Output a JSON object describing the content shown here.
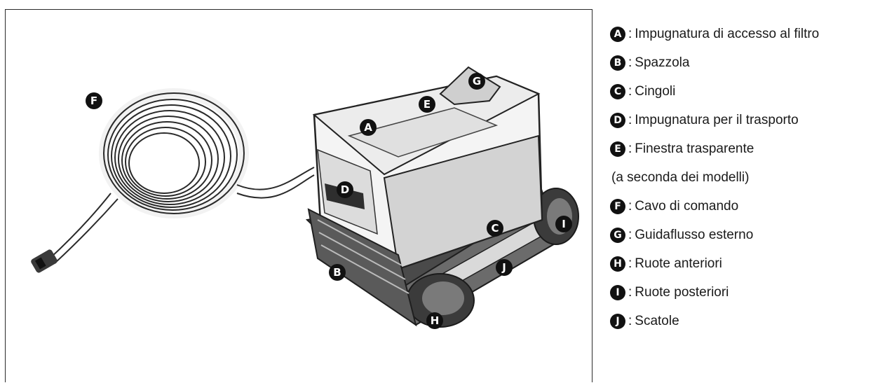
{
  "callouts": {
    "A": "A",
    "B": "B",
    "C": "C",
    "D": "D",
    "E": "E",
    "F": "F",
    "G": "G",
    "H": "H",
    "I": "I",
    "J": "J"
  },
  "legend": {
    "separator": ":",
    "items": [
      {
        "letter": "A",
        "label": "Impugnatura di accesso al filtro"
      },
      {
        "letter": "B",
        "label": "Spazzola"
      },
      {
        "letter": "C",
        "label": "Cingoli"
      },
      {
        "letter": "D",
        "label": "Impugnatura per il trasporto"
      },
      {
        "letter": "E",
        "label": "Finestra trasparente"
      },
      {
        "letter": "F",
        "label": "Cavo di comando"
      },
      {
        "letter": "G",
        "label": "Guidaflusso esterno"
      },
      {
        "letter": "H",
        "label": "Ruote anteriori"
      },
      {
        "letter": "I",
        "label": "Ruote posteriori"
      },
      {
        "letter": "J",
        "label": "Scatole"
      }
    ],
    "note": "(a seconda dei modelli)"
  }
}
